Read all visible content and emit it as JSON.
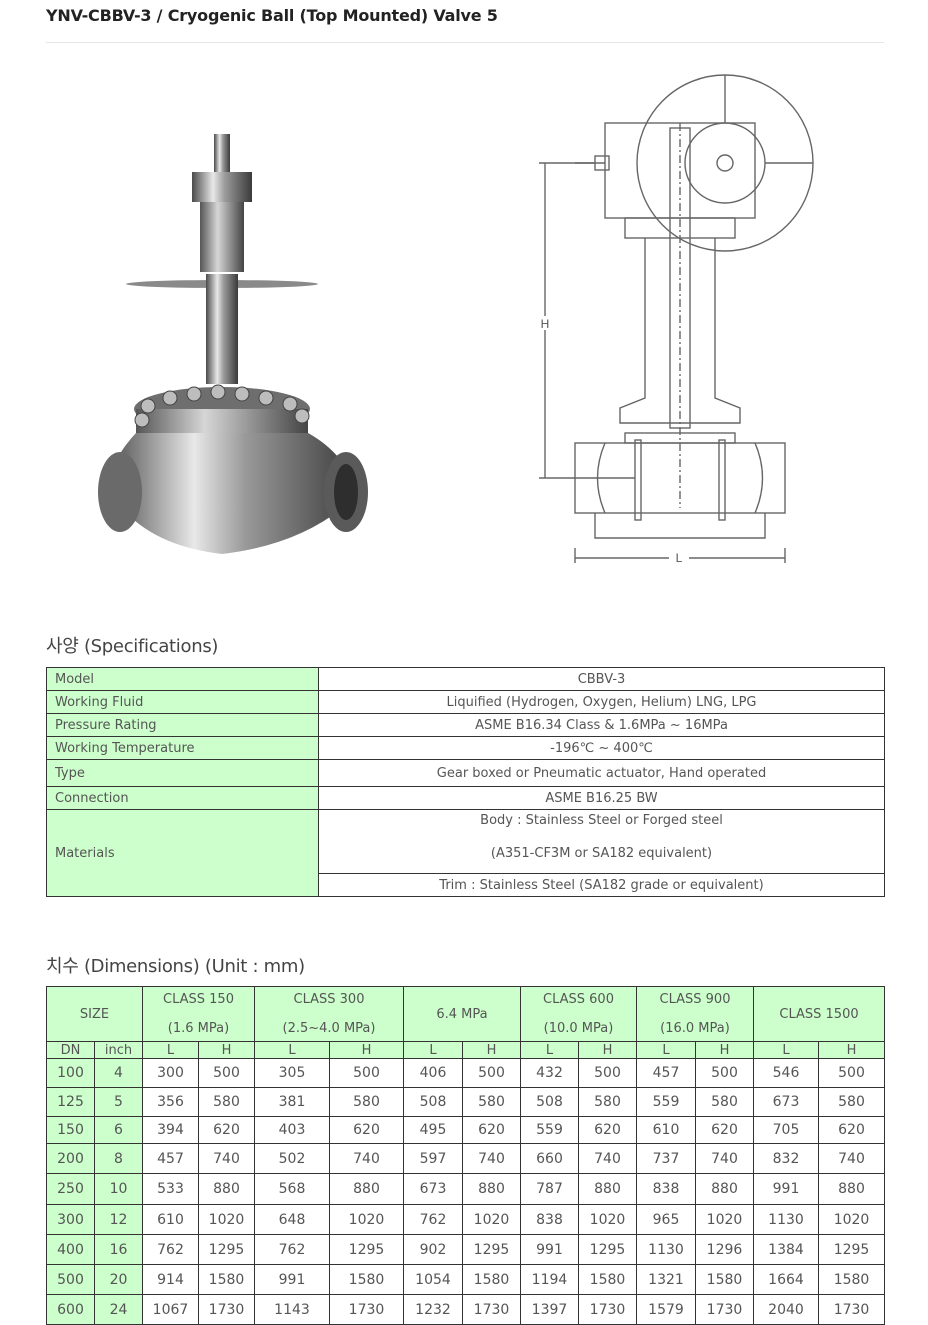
{
  "page": {
    "title": "YNV-CBBV-3 / Cryogenic Ball (Top Mounted) Valve 5",
    "drawing": {
      "h_label": "H",
      "l_label": "L"
    }
  },
  "specs": {
    "heading": "사양 (Specifications)",
    "rows": [
      {
        "label": "Model",
        "value": "CBBV-3"
      },
      {
        "label": "Working Fluid",
        "value": "Liquified (Hydrogen, Oxygen, Helium)  LNG, LPG"
      },
      {
        "label": "Pressure Rating",
        "value": "ASME B16.34 Class & 1.6MPa ~ 16MPa"
      },
      {
        "label": "Working Temperature",
        "value": "-196℃ ~ 400℃"
      },
      {
        "label": "Type",
        "value": "Gear boxed or Pneumatic actuator, Hand operated"
      },
      {
        "label": "Connection",
        "value": "ASME B16.25 BW"
      }
    ],
    "materials": {
      "label": "Materials",
      "line1": "Body : Stainless Steel or Forged steel",
      "line2": "(A351-CF3M or SA182 equivalent)",
      "trim": "Trim : Stainless Steel (SA182 grade or equivalent)"
    }
  },
  "dimensions": {
    "heading": "치수 (Dimensions) (Unit : mm)",
    "size_label": "SIZE",
    "classes": [
      {
        "name": "CLASS 150",
        "sub": "(1.6 MPa)"
      },
      {
        "name": "CLASS 300",
        "sub": "(2.5~4.0 MPa)"
      },
      {
        "name": "6.4 MPa",
        "sub": ""
      },
      {
        "name": "CLASS 600",
        "sub": "(10.0 MPa)"
      },
      {
        "name": "CLASS 900",
        "sub": "(16.0 MPa)"
      },
      {
        "name": "CLASS 1500",
        "sub": ""
      }
    ],
    "sub_headers": [
      "DN",
      "inch",
      "L",
      "H",
      "L",
      "H",
      "L",
      "H",
      "L",
      "H",
      "L",
      "H",
      "L",
      "H"
    ],
    "rows": [
      [
        "100",
        "4",
        "300",
        "500",
        "305",
        "500",
        "406",
        "500",
        "432",
        "500",
        "457",
        "500",
        "546",
        "500"
      ],
      [
        "125",
        "5",
        "356",
        "580",
        "381",
        "580",
        "508",
        "580",
        "508",
        "580",
        "559",
        "580",
        "673",
        "580"
      ],
      [
        "150",
        "6",
        "394",
        "620",
        "403",
        "620",
        "495",
        "620",
        "559",
        "620",
        "610",
        "620",
        "705",
        "620"
      ],
      [
        "200",
        "8",
        "457",
        "740",
        "502",
        "740",
        "597",
        "740",
        "660",
        "740",
        "737",
        "740",
        "832",
        "740"
      ],
      [
        "250",
        "10",
        "533",
        "880",
        "568",
        "880",
        "673",
        "880",
        "787",
        "880",
        "838",
        "880",
        "991",
        "880"
      ],
      [
        "300",
        "12",
        "610",
        "1020",
        "648",
        "1020",
        "762",
        "1020",
        "838",
        "1020",
        "965",
        "1020",
        "1130",
        "1020"
      ],
      [
        "400",
        "16",
        "762",
        "1295",
        "762",
        "1295",
        "902",
        "1295",
        "991",
        "1295",
        "1130",
        "1296",
        "1384",
        "1295"
      ],
      [
        "500",
        "20",
        "914",
        "1580",
        "991",
        "1580",
        "1054",
        "1580",
        "1194",
        "1580",
        "1321",
        "1580",
        "1664",
        "1580"
      ],
      [
        "600",
        "24",
        "1067",
        "1730",
        "1143",
        "1730",
        "1232",
        "1730",
        "1397",
        "1730",
        "1579",
        "1730",
        "2040",
        "1730"
      ]
    ]
  }
}
